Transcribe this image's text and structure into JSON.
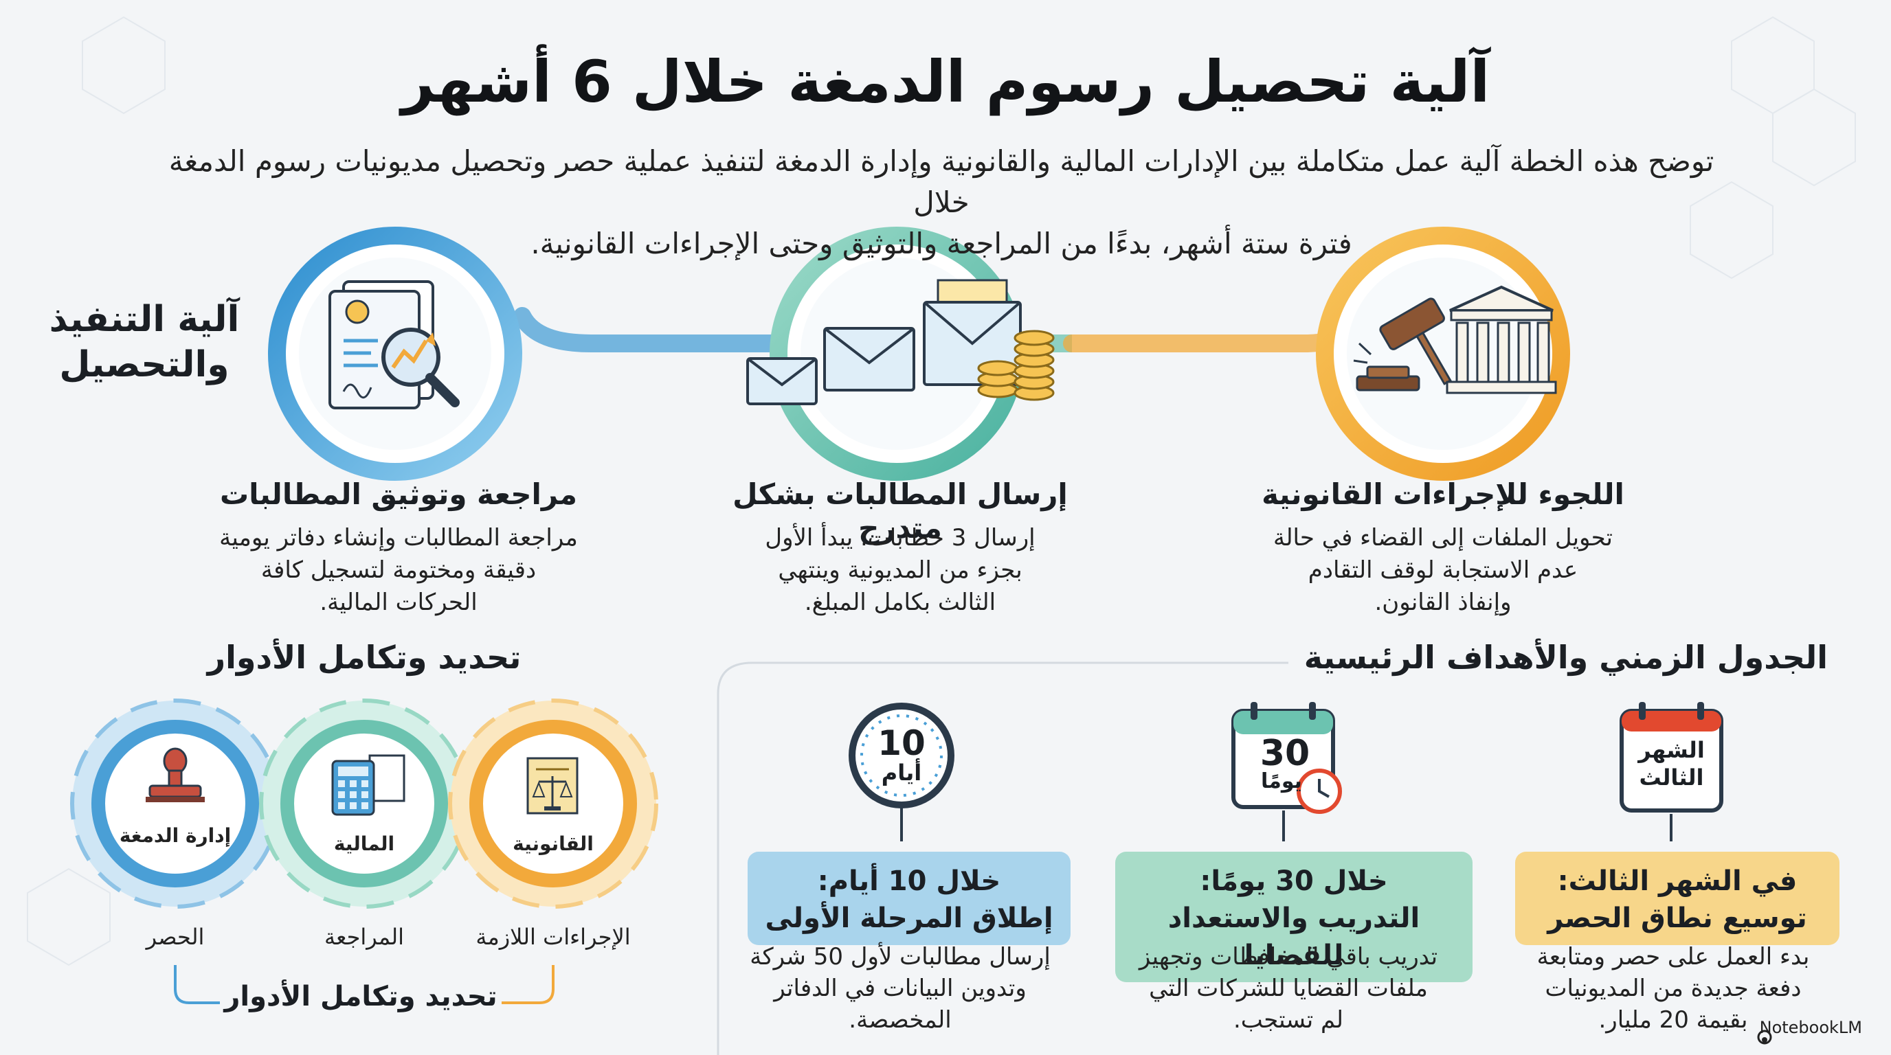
{
  "title": "آلية تحصيل رسوم الدمغة خلال 6 أشهر",
  "intro": {
    "line1": "توضح هذه الخطة آلية عمل متكاملة بين الإدارات المالية والقانونية وإدارة الدمغة لتنفيذ عملية حصر وتحصيل مديونيات رسوم الدمغة خلال",
    "line2": "فترة ستة أشهر، بدءًا من المراجعة والتوثيق وحتى الإجراءات القانونية."
  },
  "mechanism": {
    "side_title_1": "آلية التنفيذ",
    "side_title_2": "والتحصيل",
    "steps": [
      {
        "icon": "document-magnifier-icon",
        "title": "مراجعة وتوثيق المطالبات",
        "desc": [
          "مراجعة المطالبات وإنشاء دفاتر يومية",
          "دقيقة ومختومة لتسجيل كافة",
          "الحركات المالية."
        ]
      },
      {
        "icon": "envelopes-coins-icon",
        "title": "إرسال المطالبات بشكل متدرج",
        "desc": [
          "إرسال 3 خطابات؛ يبدأ الأول",
          "بجزء من المديونية وينتهي",
          "الثالث بكامل المبلغ."
        ]
      },
      {
        "icon": "gavel-courthouse-icon",
        "title": "اللجوء للإجراءات القانونية",
        "desc": [
          "تحويل الملفات إلى القضاء في حالة",
          "عدم الاستجابة لوقف التقادم",
          "وإنفاذ القانون."
        ]
      }
    ]
  },
  "roles": {
    "title": "تحديد وتكامل الأدوار",
    "gears": [
      {
        "label": "إدارة الدمغة",
        "role": "الحصر",
        "icon": "stamp-icon"
      },
      {
        "label": "المالية",
        "role": "المراجعة",
        "icon": "calculator-icon"
      },
      {
        "label": "القانونية",
        "role": "الإجراءات اللازمة",
        "icon": "scales-scroll-icon"
      }
    ],
    "footer": "تحديد وتكامل الأدوار"
  },
  "timeline": {
    "title": "الجدول الزمني والأهداف الرئيسية",
    "items": [
      {
        "badge": [
          "10",
          "أيام"
        ],
        "heading": [
          "خلال 10 أيام:",
          "إطلاق المرحلة الأولى"
        ],
        "desc": [
          "إرسال مطالبات لأول 50 شركة",
          "وتدوين البيانات في الدفاتر",
          "المخصصة."
        ],
        "color": "#a9d4ec"
      },
      {
        "badge": [
          "30",
          "يومًا"
        ],
        "heading": [
          "خلال 30 يومًا:",
          "التدريب والاستعداد للقضايا"
        ],
        "desc": [
          "تدريب باقي المحافظات وتجهيز",
          "ملفات القضايا للشركات التي",
          "لم تستجب."
        ],
        "color": "#a8dcc8"
      },
      {
        "badge": [
          "الشهر",
          "الثالث"
        ],
        "heading": [
          "في الشهر الثالث:",
          "توسيع نطاق الحصر"
        ],
        "desc": [
          "بدء العمل على حصر ومتابعة",
          "دفعة جديدة من المديونيات",
          "بقيمة 20 مليار."
        ],
        "color": "#f7d68a"
      }
    ]
  },
  "colors": {
    "blue": "#4a9fd6",
    "teal": "#6cc3b0",
    "orange": "#f2a93b"
  },
  "brand": "NotebookLM"
}
